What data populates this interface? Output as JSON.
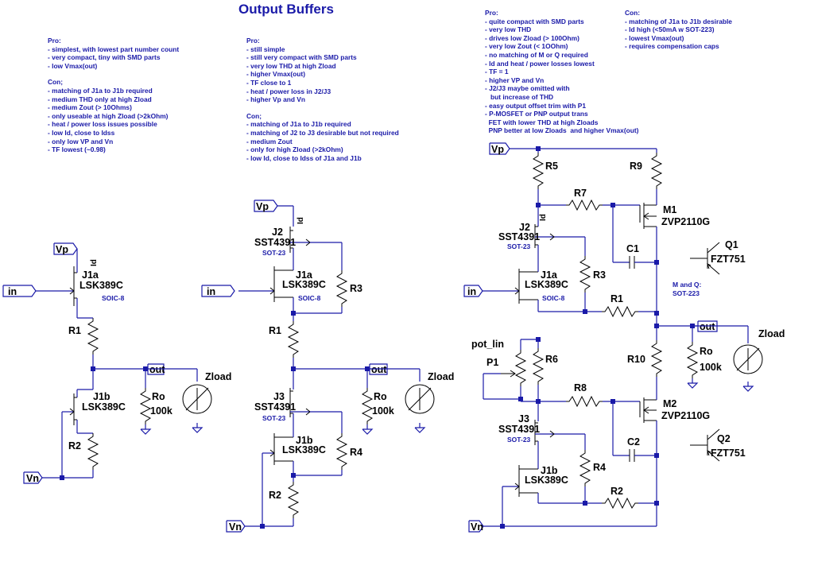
{
  "title": "Output Buffers",
  "col1": {
    "pro_header": "Pro:",
    "pro": [
      "- simplest, with lowest part number count",
      "- very compact, tiny with SMD parts",
      "- low Vmax(out)"
    ],
    "con_header": "Con;",
    "con": [
      "- matching of J1a to J1b required",
      "- medium THD only at high Zload",
      "- medium Zout (> 10Ohms)",
      "- only useable at high Zload (>2kOhm)",
      "- heat / power loss issues possible",
      "- low Id, close to Idss",
      "- only low VP and Vn",
      "- TF lowest (~0.98)"
    ]
  },
  "col2": {
    "pro_header": "Pro:",
    "pro": [
      "- still simple",
      "- still very compact with SMD parts",
      "- very low THD at high Zload",
      "- higher Vmax(out)",
      "- TF close to 1",
      "- heat / power loss in J2/J3",
      "- higher Vp and Vn"
    ],
    "con_header": "Con;",
    "con": [
      "- matching of J1a to J1b required",
      "- matching of J2 to J3 desirable but not required",
      "- medium Zout",
      "- only for high Zload (>2kOhm)",
      "- low Id, close to Idss of J1a and J1b"
    ]
  },
  "col3": {
    "pro_header": "Pro:",
    "pro": [
      "- quite compact with SMD parts",
      "- very low THD",
      "- drives low Zload (> 100Ohm)",
      "- very low Zout (< 1OOhm)",
      "- no matching of M or Q required",
      "- Id and heat / power losses lowest",
      "- TF = 1",
      "- higher VP and Vn",
      "- J2/J3 maybe omitted with",
      "   but increase of THD",
      "- easy output offset trim with P1",
      "- P-MOSFET or PNP output trans",
      "  FET with lower THD at high Zloads",
      "  PNP better at low Zloads  and higher Vmax(out)"
    ]
  },
  "col4": {
    "con_header": "Con:",
    "con": [
      "- matching of J1a to J1b desirable",
      "- Id high (<50mA w SOT-223)",
      "- lowest Vmax(out)",
      "- requires compensation caps"
    ]
  },
  "circuit1": {
    "vp": "Vp",
    "vn": "Vn",
    "in": "in",
    "out": "out",
    "id": "Id",
    "j1a": "J1a",
    "j1a_part": "LSK389C",
    "pkg": "SOIC-8",
    "r1": "R1",
    "r2": "R2",
    "j1b": "J1b",
    "j1b_part": "LSK389C",
    "ro": "Ro",
    "ro_val": "100k",
    "zload": "Zload"
  },
  "circuit2": {
    "vp": "Vp",
    "vn": "Vn",
    "in": "in",
    "out": "out",
    "id": "Id",
    "j2": "J2",
    "j2_part": "SST4391",
    "j2_pkg": "SOT-23",
    "j1a": "J1a",
    "j1a_part": "LSK389C",
    "j1a_pkg": "SOIC-8",
    "r3": "R3",
    "r1": "R1",
    "j3": "J3",
    "j3_part": "SST4391",
    "j3_pkg": "SOT-23",
    "j1b": "J1b",
    "j1b_part": "LSK389C",
    "r4": "R4",
    "r2": "R2",
    "ro": "Ro",
    "ro_val": "100k",
    "zload": "Zload"
  },
  "circuit3": {
    "vp": "Vp",
    "vn": "Vn",
    "in": "in",
    "out": "out",
    "id": "Id",
    "r5": "R5",
    "r9": "R9",
    "r7": "R7",
    "m1": "M1",
    "m1_part": "ZVP2110G",
    "j2": "J2",
    "j2_part": "SST4391",
    "j2_pkg": "SOT-23",
    "q1": "Q1",
    "q1_part": "FZT751",
    "c1": "C1",
    "r3": "R3",
    "j1a": "J1a",
    "j1a_part": "LSK389C",
    "j1a_pkg": "SOIC-8",
    "mq_note1": "M and Q:",
    "mq_note2": "SOT-223",
    "r1": "R1",
    "pot": "pot_lin",
    "r6": "R6",
    "p1": "P1",
    "r10": "R10",
    "ro": "Ro",
    "ro_val": "100k",
    "zload": "Zload",
    "r8": "R8",
    "m2": "M2",
    "m2_part": "ZVP2110G",
    "j3": "J3",
    "j3_part": "SST4391",
    "j3_pkg": "SOT-23",
    "q2": "Q2",
    "q2_part": "FZT751",
    "c2": "C2",
    "r4": "R4",
    "j1b": "J1b",
    "j1b_part": "LSK389C",
    "r2": "R2"
  }
}
